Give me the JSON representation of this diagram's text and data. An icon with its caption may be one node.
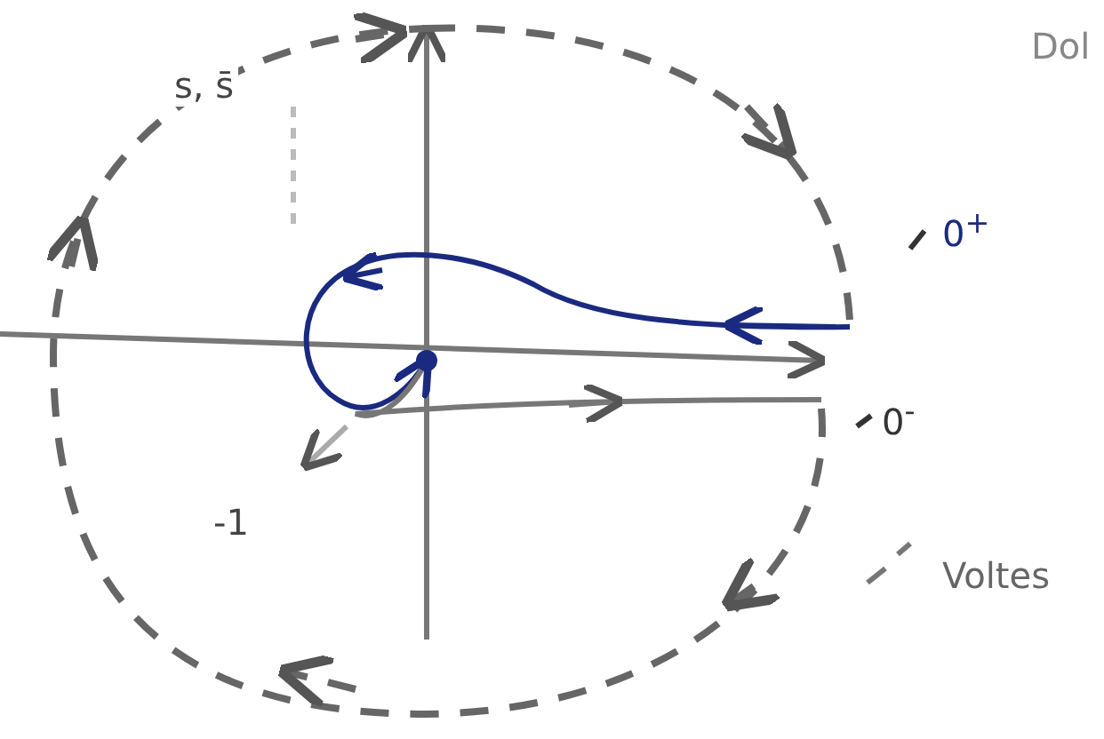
{
  "diagram": {
    "labels": [
      "Dol",
      "s, s̄",
      "0$^{+}$",
      "0$^{-}$",
      "-1",
      "Voltes"
    ]
  }
}
